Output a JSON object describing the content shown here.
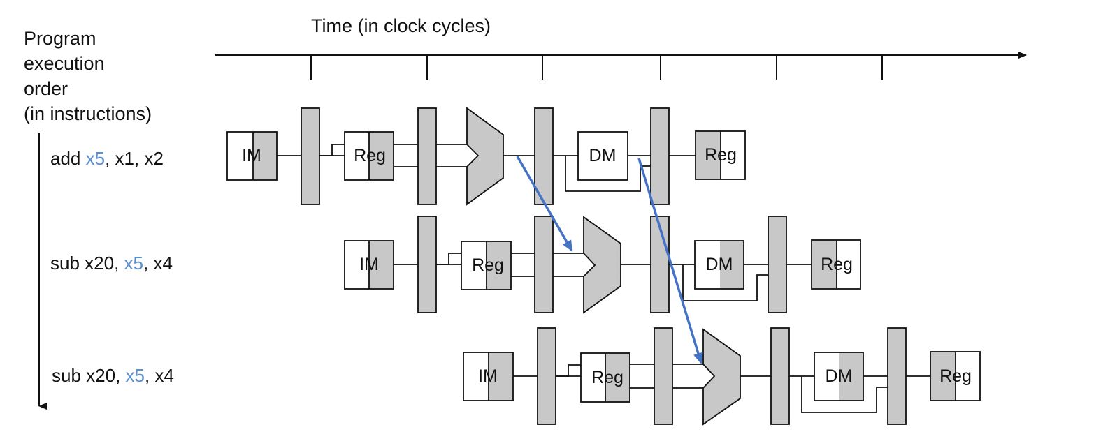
{
  "axis": {
    "time_label": "Time (in clock cycles)",
    "order_label": [
      "Program",
      "execution",
      "order",
      "(in instructions)"
    ]
  },
  "instructions": [
    {
      "op": "add ",
      "reg_a": "x5",
      "sep_a": ", ",
      "reg_b": "x1",
      "sep_b": ", ",
      "reg_c": "x2",
      "highlight": "reg_a"
    },
    {
      "op": "sub ",
      "reg_a": "x20",
      "sep_a": ", ",
      "reg_b": "x5",
      "sep_b": ", ",
      "reg_c": "x4",
      "highlight": "reg_b"
    },
    {
      "op": "sub ",
      "reg_a": "x20",
      "sep_a": ", ",
      "reg_b": "x5",
      "sep_b": ", ",
      "reg_c": "x4",
      "highlight": "reg_b"
    }
  ],
  "stages": {
    "im": "IM",
    "reg": "Reg",
    "dm": "DM"
  },
  "colors": {
    "stage_fill": "#c8c8c8",
    "line": "#111111",
    "forward_arrow": "#4472c4",
    "register_highlight": "#5b8fd0"
  }
}
